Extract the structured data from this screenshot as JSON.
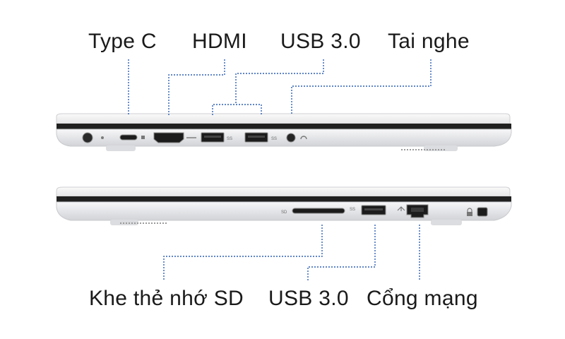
{
  "top_labels": {
    "type_c": "Type C",
    "hdmi": "HDMI",
    "usb_top": "USB 3.0",
    "headphone": "Tai nghe"
  },
  "bottom_labels": {
    "sd_card": "Khe thẻ nhớ SD",
    "usb_bottom": "USB 3.0",
    "network": "Cổng mạng"
  },
  "colors": {
    "leader_line": "#2b5fb3",
    "body_silver": "#e9eaec",
    "port_dark": "#1c1c1c"
  }
}
